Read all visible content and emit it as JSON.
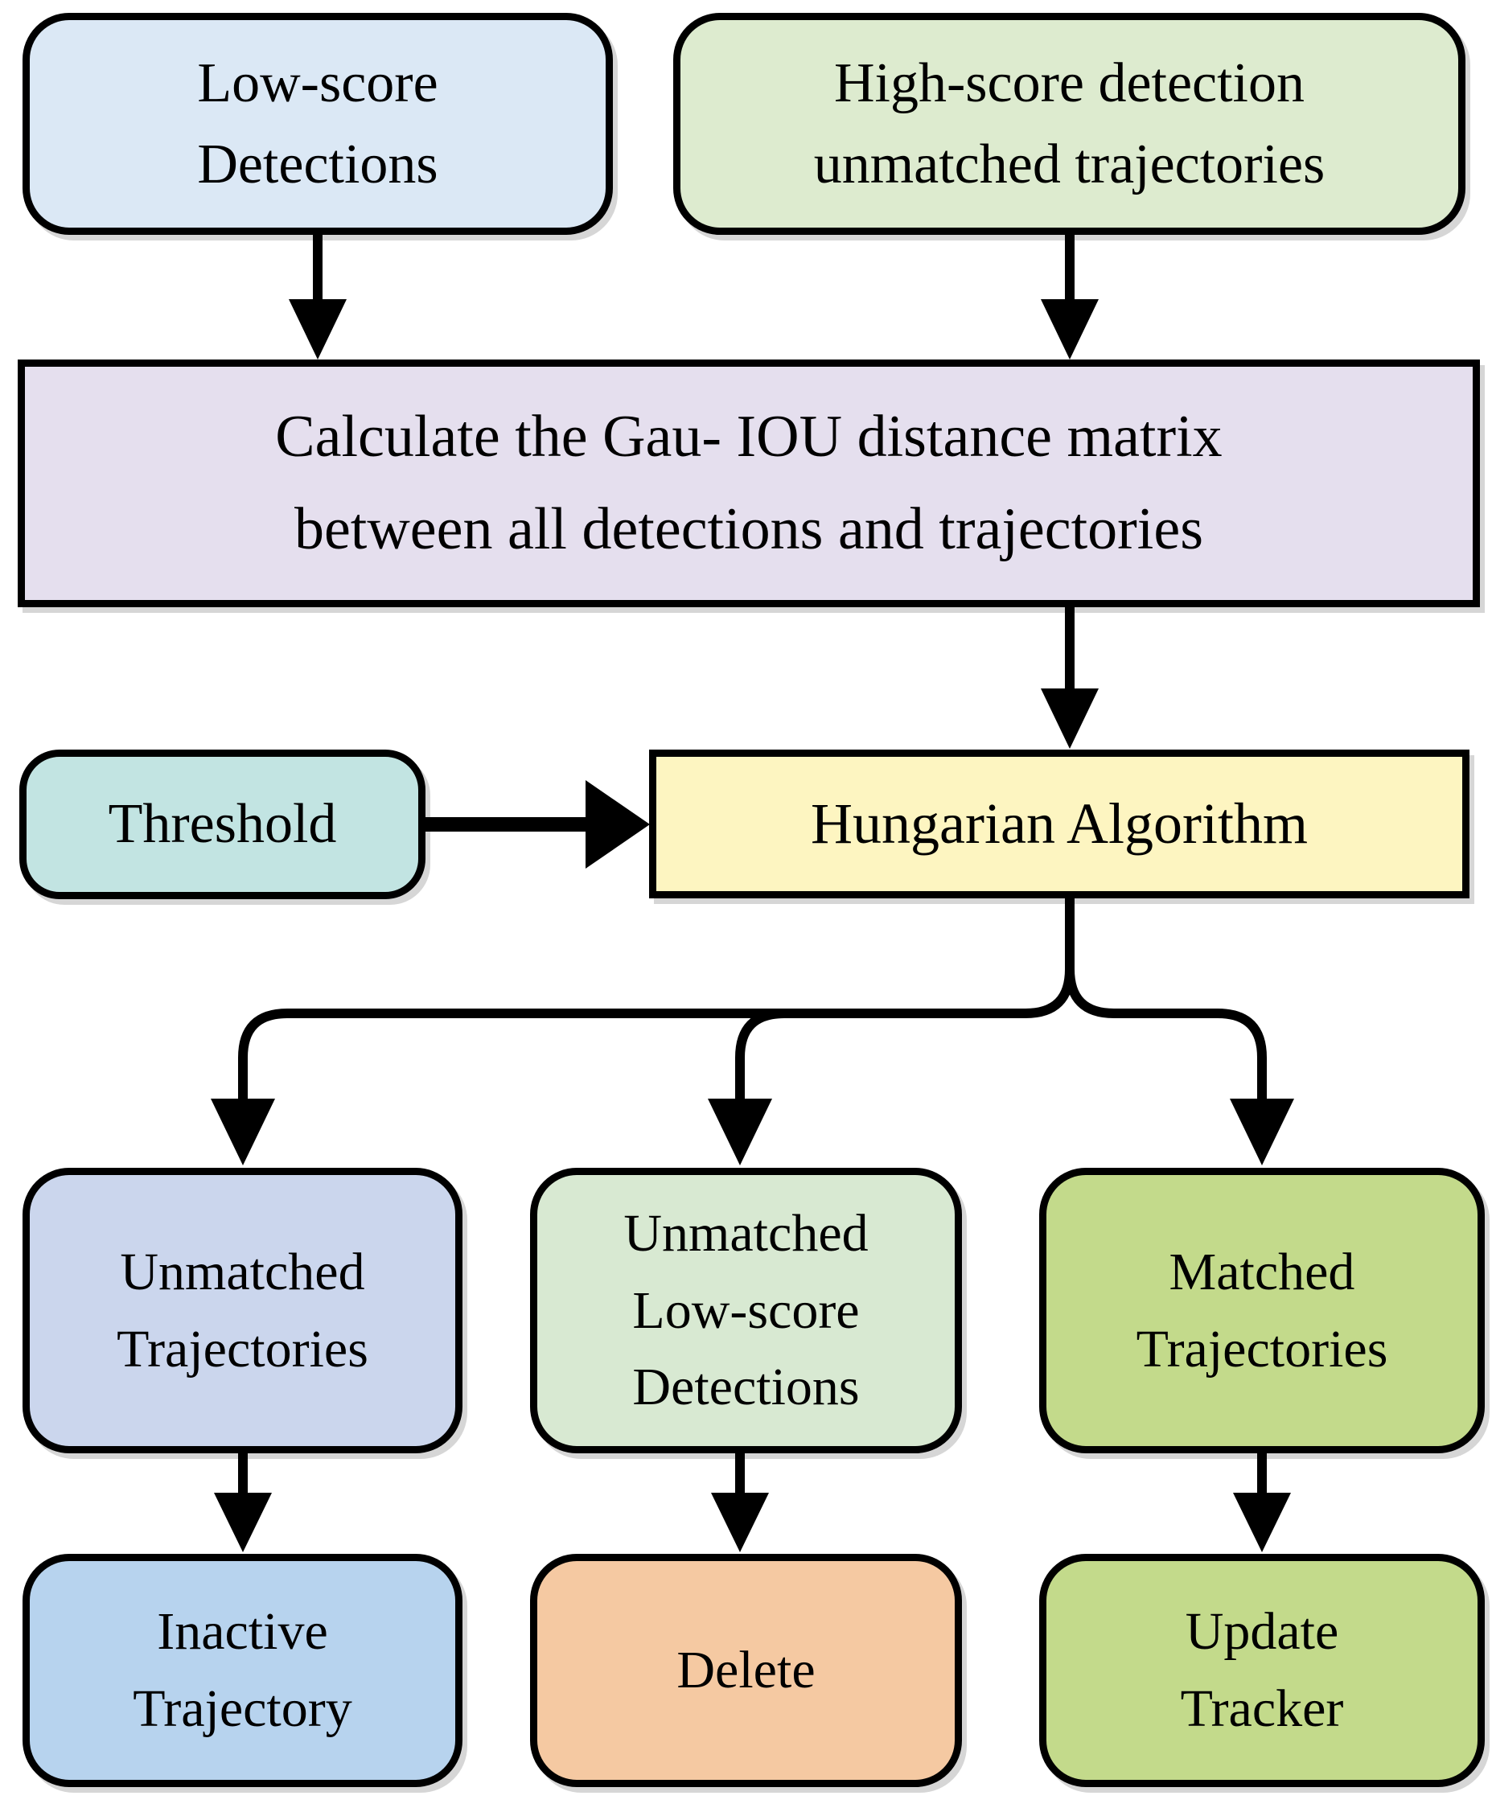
{
  "diagram": {
    "type": "flowchart",
    "line_color": "#000000",
    "text_color": "#000000",
    "background_color": "#ffffff",
    "nodes": [
      {
        "id": "low_score_detections",
        "label": "Low-score\nDetections",
        "fill": "#dbe8f5",
        "shape": "rounded"
      },
      {
        "id": "high_score_unmatched",
        "label": "High-score detection\nunmatched trajectories",
        "fill": "#ddebcf",
        "shape": "rounded"
      },
      {
        "id": "gau_iou_matrix",
        "label": "Calculate the Gau- IOU distance matrix\nbetween all detections and trajectories",
        "fill": "#e5dfee",
        "shape": "rect"
      },
      {
        "id": "threshold",
        "label": "Threshold",
        "fill": "#c2e4e2",
        "shape": "rounded"
      },
      {
        "id": "hungarian_algorithm",
        "label": "Hungarian Algorithm",
        "fill": "#fdf5c1",
        "shape": "rect"
      },
      {
        "id": "unmatched_trajectories",
        "label": "Unmatched\nTrajectories",
        "fill": "#cbd6ed",
        "shape": "rounded"
      },
      {
        "id": "unmatched_low_score_detections",
        "label": "Unmatched\nLow-score\nDetections",
        "fill": "#d8e9d2",
        "shape": "rounded"
      },
      {
        "id": "matched_trajectories",
        "label": "Matched\nTrajectories",
        "fill": "#c3da8b",
        "shape": "rounded"
      },
      {
        "id": "inactive_trajectory",
        "label": "Inactive\nTrajectory",
        "fill": "#b7d3ee",
        "shape": "rounded"
      },
      {
        "id": "delete",
        "label": "Delete",
        "fill": "#f5c9a2",
        "shape": "rounded"
      },
      {
        "id": "update_tracker",
        "label": "Update\nTracker",
        "fill": "#c3da8b",
        "shape": "rounded"
      }
    ],
    "edges": [
      {
        "from": "low_score_detections",
        "to": "gau_iou_matrix"
      },
      {
        "from": "high_score_unmatched",
        "to": "gau_iou_matrix"
      },
      {
        "from": "gau_iou_matrix",
        "to": "hungarian_algorithm"
      },
      {
        "from": "threshold",
        "to": "hungarian_algorithm"
      },
      {
        "from": "hungarian_algorithm",
        "to": "unmatched_trajectories"
      },
      {
        "from": "hungarian_algorithm",
        "to": "unmatched_low_score_detections"
      },
      {
        "from": "hungarian_algorithm",
        "to": "matched_trajectories"
      },
      {
        "from": "unmatched_trajectories",
        "to": "inactive_trajectory"
      },
      {
        "from": "unmatched_low_score_detections",
        "to": "delete"
      },
      {
        "from": "matched_trajectories",
        "to": "update_tracker"
      }
    ]
  }
}
